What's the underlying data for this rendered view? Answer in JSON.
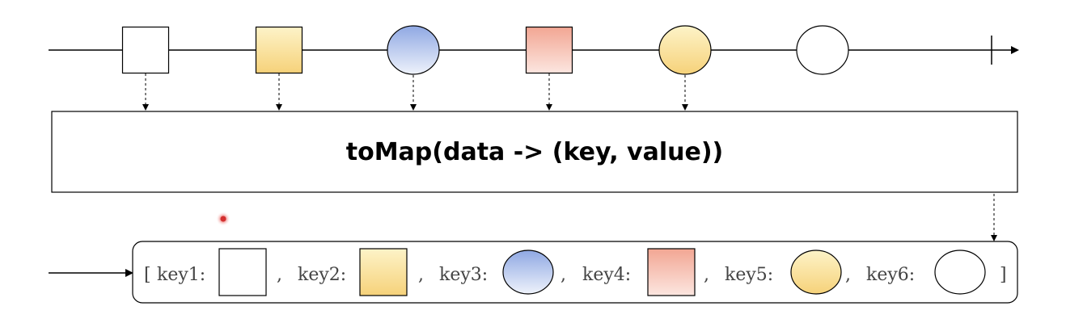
{
  "operator": {
    "label": "toMap(data -> (key, value))"
  },
  "input_items": [
    {
      "shape": "square",
      "color": "white"
    },
    {
      "shape": "square",
      "color": "yellow"
    },
    {
      "shape": "circle",
      "color": "blue"
    },
    {
      "shape": "square",
      "color": "red"
    },
    {
      "shape": "circle",
      "color": "yellow"
    },
    {
      "shape": "circle",
      "color": "white"
    }
  ],
  "result": {
    "open": "[",
    "close": "]",
    "separator": ",",
    "entries": [
      {
        "key": "key1:",
        "shape": "square",
        "color": "white"
      },
      {
        "key": "key2:",
        "shape": "square",
        "color": "yellow"
      },
      {
        "key": "key3:",
        "shape": "circle",
        "color": "blue"
      },
      {
        "key": "key4:",
        "shape": "square",
        "color": "red"
      },
      {
        "key": "key5:",
        "shape": "circle",
        "color": "yellow"
      },
      {
        "key": "key6:",
        "shape": "circle",
        "color": "white"
      }
    ]
  },
  "colors": {
    "white": "#ffffff",
    "yellow_light": "#fdf3c8",
    "yellow_dark": "#f6d27a",
    "blue_light": "#eef2fb",
    "blue_dark": "#8fa8e3",
    "red_light": "#fce6e0",
    "red_dark": "#f2a693",
    "marker": "#e53935"
  }
}
